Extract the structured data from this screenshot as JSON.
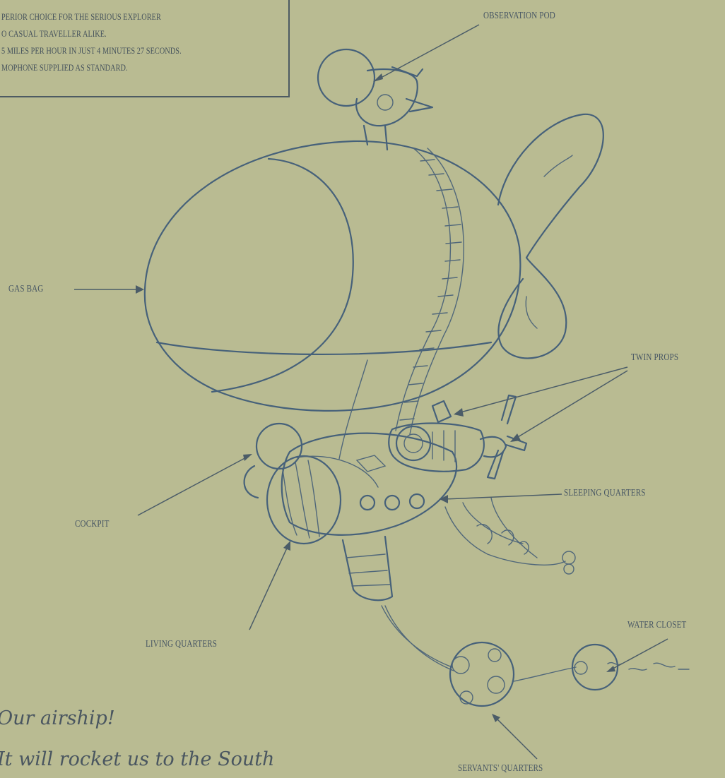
{
  "spec_box": {
    "lines": [
      "PERIOR CHOICE FOR THE SERIOUS EXPLORER",
      "O CASUAL TRAVELLER ALIKE.",
      "5 MILES PER HOUR IN JUST 4 MINUTES 27 SECONDS.",
      "MOPHONE SUPPLIED AS STANDARD."
    ]
  },
  "labels": {
    "observation_pod": "OBSERVATION POD",
    "gas_bag": "GAS BAG",
    "twin_props": "TWIN PROPS",
    "sleeping_quarters": "SLEEPING QUARTERS",
    "cockpit": "COCKPIT",
    "living_quarters": "LIVING QUARTERS",
    "water_closet": "WATER CLOSET",
    "servants_quarters": "SERVANTS' QUARTERS"
  },
  "caption": {
    "line1": "Our airship!",
    "line2": "It will rocket us to the South"
  },
  "colors": {
    "paper": "#b9bb92",
    "ink": "#46617a",
    "label_ink": "#475664"
  }
}
